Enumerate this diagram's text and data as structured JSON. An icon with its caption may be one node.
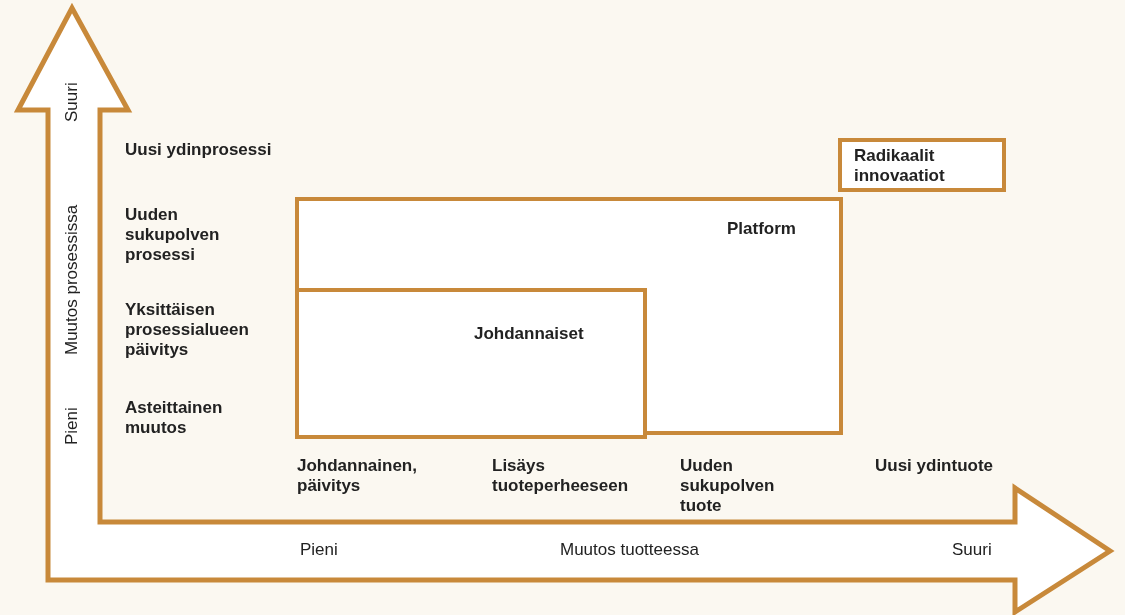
{
  "diagram": {
    "nodes": [
      {
        "text": [
          "Platform"
        ]
      },
      {
        "text": [
          "Johdannaiset"
        ],
        "in": 0
      },
      {
        "text": [
          "Radikaalit innovaatiot"
        ]
      }
    ],
    "edges": [],
    "labels": [
      "Suuri",
      "Muutos prosessissa",
      "Pieni",
      "Uusi ydinprosessi",
      "Uuden sukupolven prosessi",
      "Yksittäisen prosessialueen päivitys",
      "Asteittainen muutos",
      "Johdannainen, päivitys",
      "Lisäys tuoteperheeseen",
      "Uuden sukupolven tuote",
      "Uusi ydintuote",
      "Pieni",
      "Muutos tuotteessa",
      "Suuri"
    ]
  }
}
